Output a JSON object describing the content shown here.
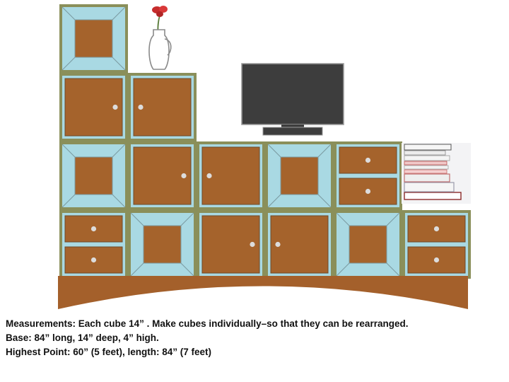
{
  "colors": {
    "frame": "#8a8f5a",
    "light_blue": "#a9d9e3",
    "wood": "#a5632c",
    "knob": "#dcdcdc",
    "base": "#a4602b",
    "tv": "#3d3d3d"
  },
  "icons": [
    "flower-vase-icon",
    "television-icon",
    "book-stack-icon"
  ],
  "caption": {
    "line1": "Measurements: Each cube 14” . Make cubes individually–so that they can be rearranged.",
    "line2": "Base:  84” long, 14” deep,  4” high.",
    "line3": "Highest Point:  60” (5 feet), length: 84” (7 feet)"
  }
}
